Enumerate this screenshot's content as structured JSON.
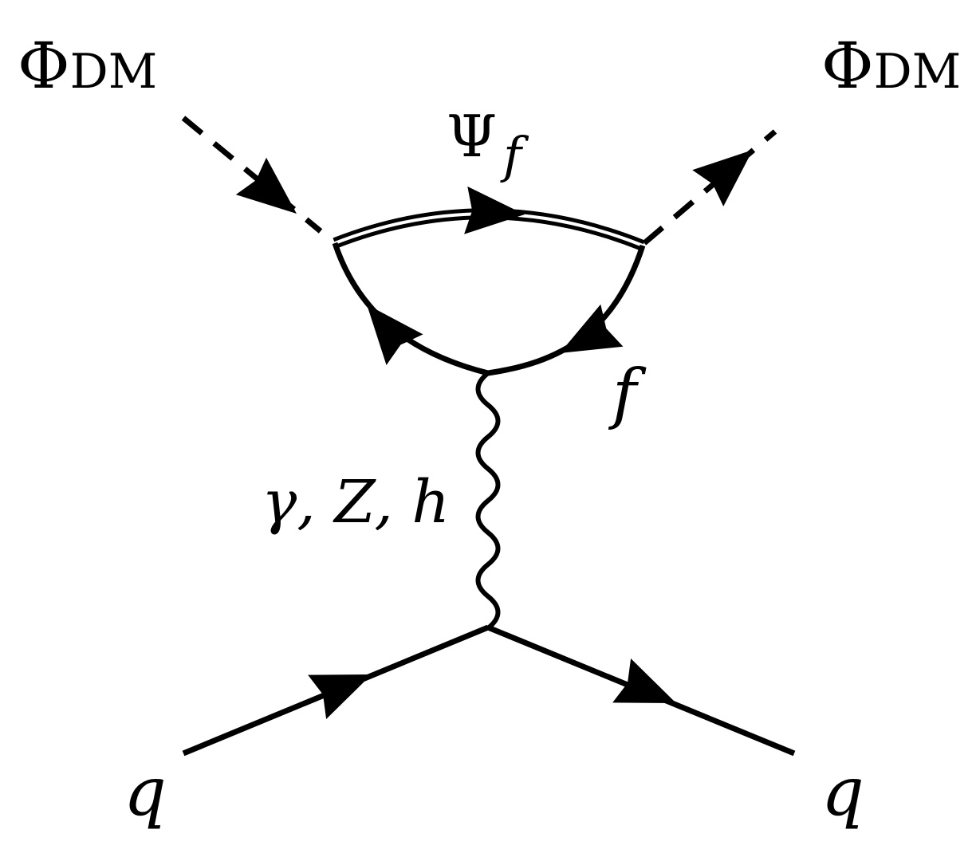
{
  "labels": {
    "dm_in_symbol": "Φ",
    "dm_in_sub": "DM",
    "dm_out_symbol": "Φ",
    "dm_out_sub": "DM",
    "heavy_fermion_symbol": "Ψ",
    "heavy_fermion_sub": "f",
    "light_fermion": "f",
    "mediators": "γ, Z, h",
    "quark_in": "q",
    "quark_out": "q"
  },
  "colors": {
    "ink": "#000000",
    "background": "#ffffff"
  }
}
